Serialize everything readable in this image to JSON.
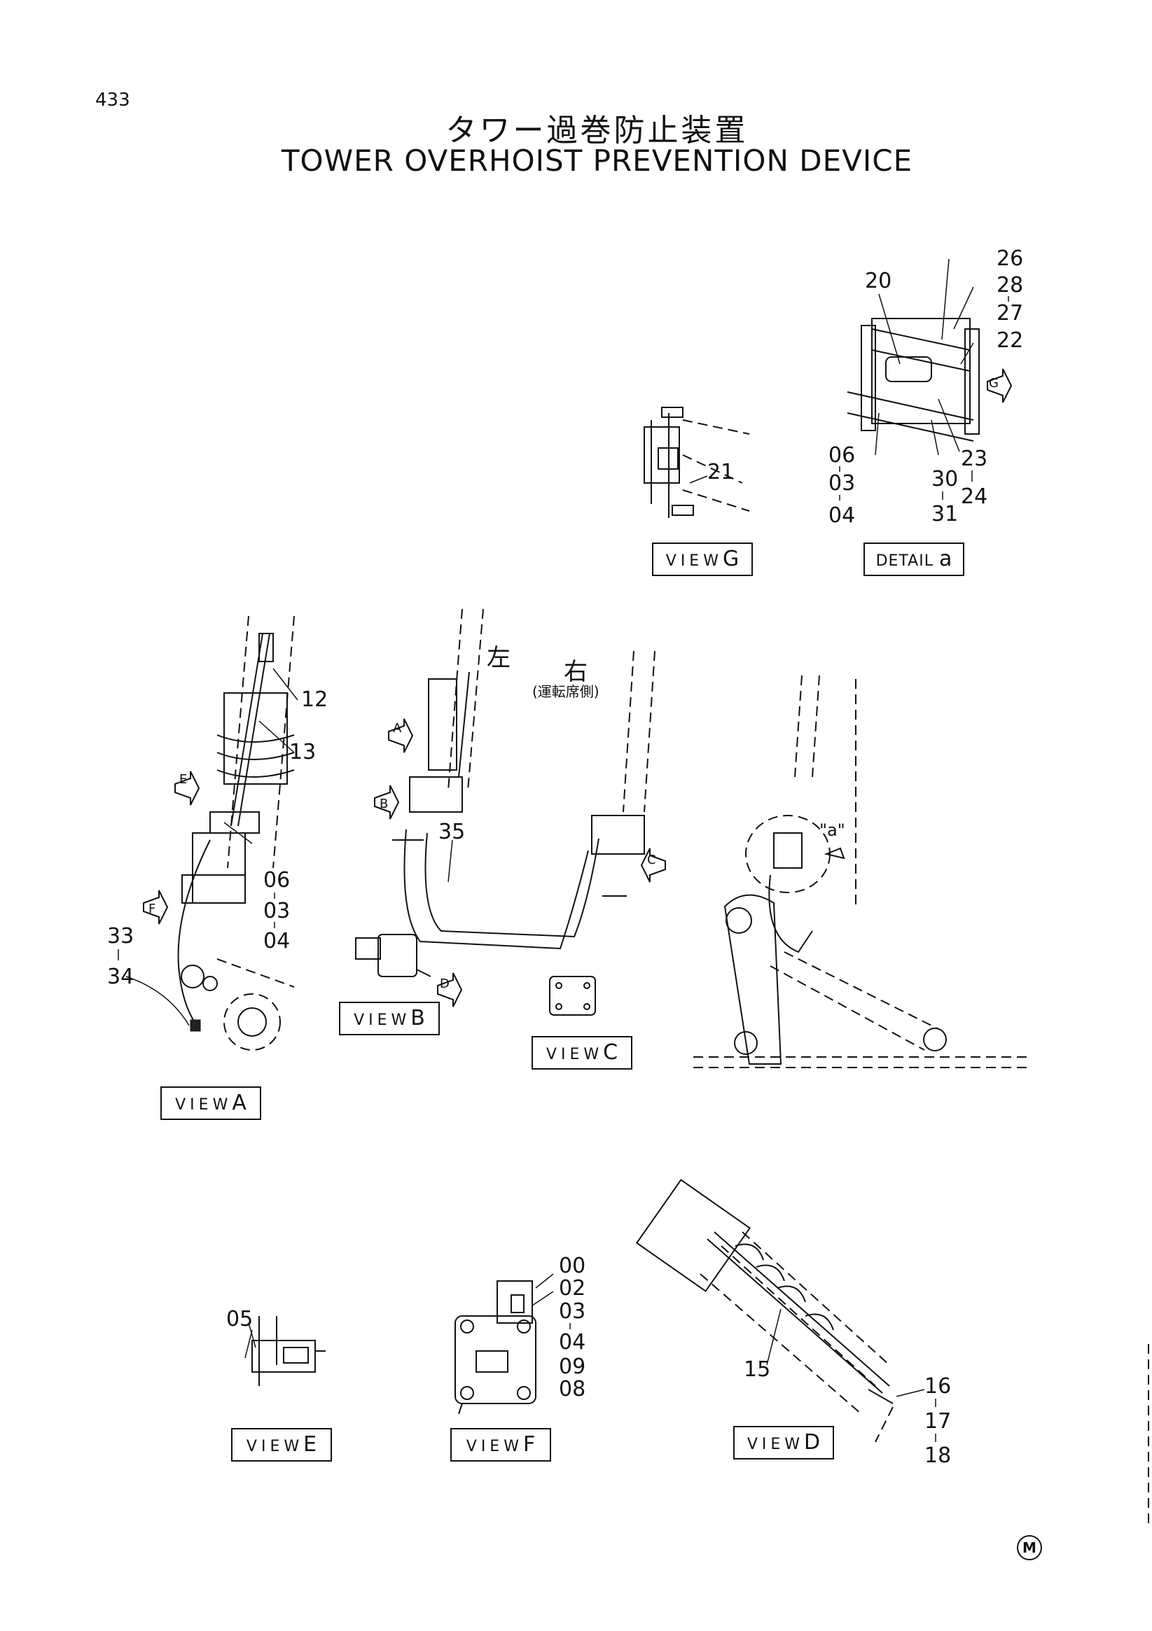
{
  "page_number": "433",
  "title_ja": "タワー過巻防止装置",
  "title_en": "TOWER OVERHOIST PREVENTION DEVICE",
  "views": {
    "view_g": {
      "prefix": "VIEW",
      "letter": "G"
    },
    "detail_a": {
      "prefix": "DETAIL",
      "letter": "a"
    },
    "view_a": {
      "prefix": "VIEW",
      "letter": "A"
    },
    "view_b": {
      "prefix": "VIEW",
      "letter": "B"
    },
    "view_c": {
      "prefix": "VIEW",
      "letter": "C"
    },
    "view_e": {
      "prefix": "VIEW",
      "letter": "E"
    },
    "view_f": {
      "prefix": "VIEW",
      "letter": "F"
    },
    "view_d": {
      "prefix": "VIEW",
      "letter": "D"
    }
  },
  "markers": {
    "a": "A",
    "b": "B",
    "c": "C",
    "d": "D",
    "e": "E",
    "f": "F",
    "g": "G",
    "detail": "\"a\""
  },
  "notes": {
    "left": "左",
    "right": "右",
    "operator_side": "(運転席側)"
  },
  "callouts": {
    "c26": "26",
    "c28": "28",
    "c27": "27",
    "c22": "22",
    "c20": "20",
    "c06a": "06",
    "c03a": "03",
    "c04a": "04",
    "c30": "30",
    "c31": "31",
    "c23": "23",
    "c24": "24",
    "c21": "21",
    "c12": "12",
    "c13": "13",
    "c06b": "06",
    "c03b": "03",
    "c04b": "04",
    "c33": "33",
    "c34": "34",
    "c35": "35",
    "c05": "05",
    "c00": "00",
    "c02": "02",
    "c03c": "03",
    "c04c": "04",
    "c09": "09",
    "c08": "08",
    "c15": "15",
    "c16": "16",
    "c17": "17",
    "c18": "18"
  },
  "logo": "M"
}
